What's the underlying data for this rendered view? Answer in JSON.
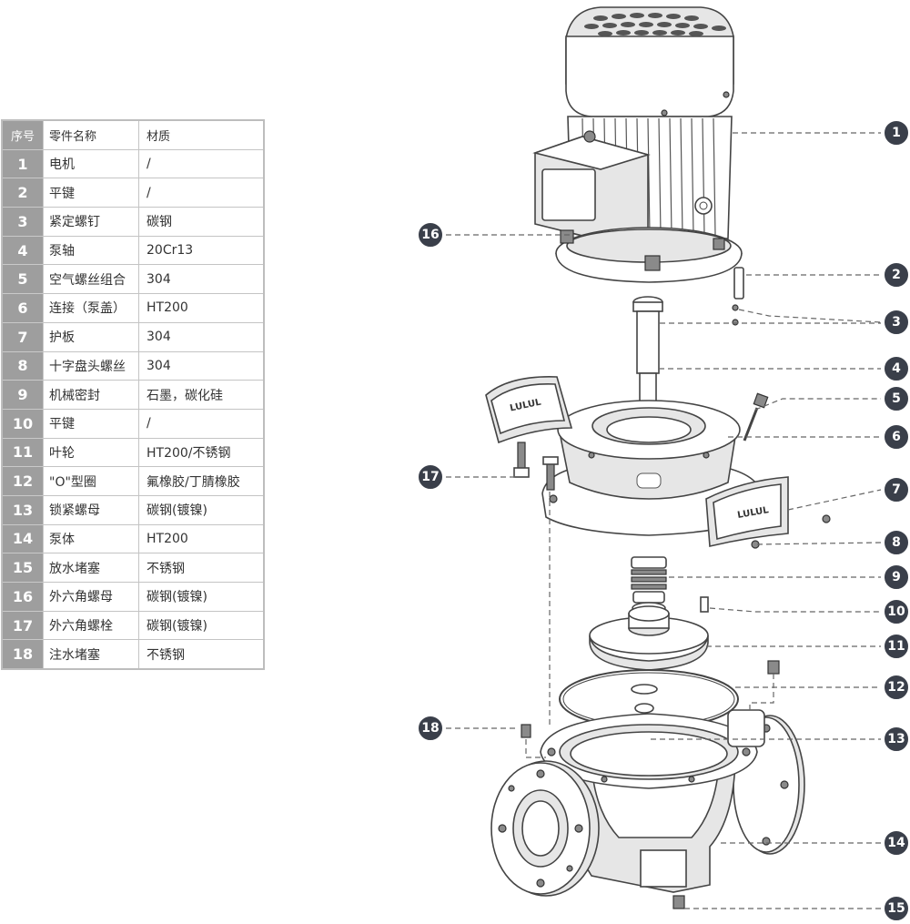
{
  "table": {
    "headers": [
      "序号",
      "零件名称",
      "材质"
    ],
    "rows": [
      {
        "no": "1",
        "name": "电机",
        "material": "/"
      },
      {
        "no": "2",
        "name": "平键",
        "material": "/"
      },
      {
        "no": "3",
        "name": "紧定螺钉",
        "material": "碳钢"
      },
      {
        "no": "4",
        "name": "泵轴",
        "material": "20Cr13"
      },
      {
        "no": "5",
        "name": "空气螺丝组合",
        "material": "304"
      },
      {
        "no": "6",
        "name": "连接（泵盖）",
        "material": "HT200"
      },
      {
        "no": "7",
        "name": "护板",
        "material": "304"
      },
      {
        "no": "8",
        "name": "十字盘头螺丝",
        "material": "304"
      },
      {
        "no": "9",
        "name": "机械密封",
        "material": "石墨，碳化硅"
      },
      {
        "no": "10",
        "name": "平键",
        "material": "/"
      },
      {
        "no": "11",
        "name": "叶轮",
        "material": "HT200/不锈钢"
      },
      {
        "no": "12",
        "name": "\"O\"型圈",
        "material": "氟橡胶/丁腈橡胶"
      },
      {
        "no": "13",
        "name": "锁紧螺母",
        "material": "碳钢(镀镍)"
      },
      {
        "no": "14",
        "name": "泵体",
        "material": "HT200"
      },
      {
        "no": "15",
        "name": "放水堵塞",
        "material": "不锈钢"
      },
      {
        "no": "16",
        "name": "外六角螺母",
        "material": "碳钢(镀镍)"
      },
      {
        "no": "17",
        "name": "外六角螺栓",
        "material": "碳钢(镀镍)"
      },
      {
        "no": "18",
        "name": "注水堵塞",
        "material": "不锈钢"
      }
    ]
  },
  "callouts": {
    "c1": "1",
    "c2": "2",
    "c3": "3",
    "c4": "4",
    "c5": "5",
    "c6": "6",
    "c7": "7",
    "c8": "8",
    "c9": "9",
    "c10": "10",
    "c11": "11",
    "c12": "12",
    "c13": "13",
    "c14": "14",
    "c15": "15",
    "c16": "16",
    "c17": "17",
    "c18": "18"
  },
  "guard_logo_text": "LULUL",
  "colors": {
    "header_cell": "#9e9e9e",
    "callout": "#3a3f4a",
    "line": "#444444"
  }
}
